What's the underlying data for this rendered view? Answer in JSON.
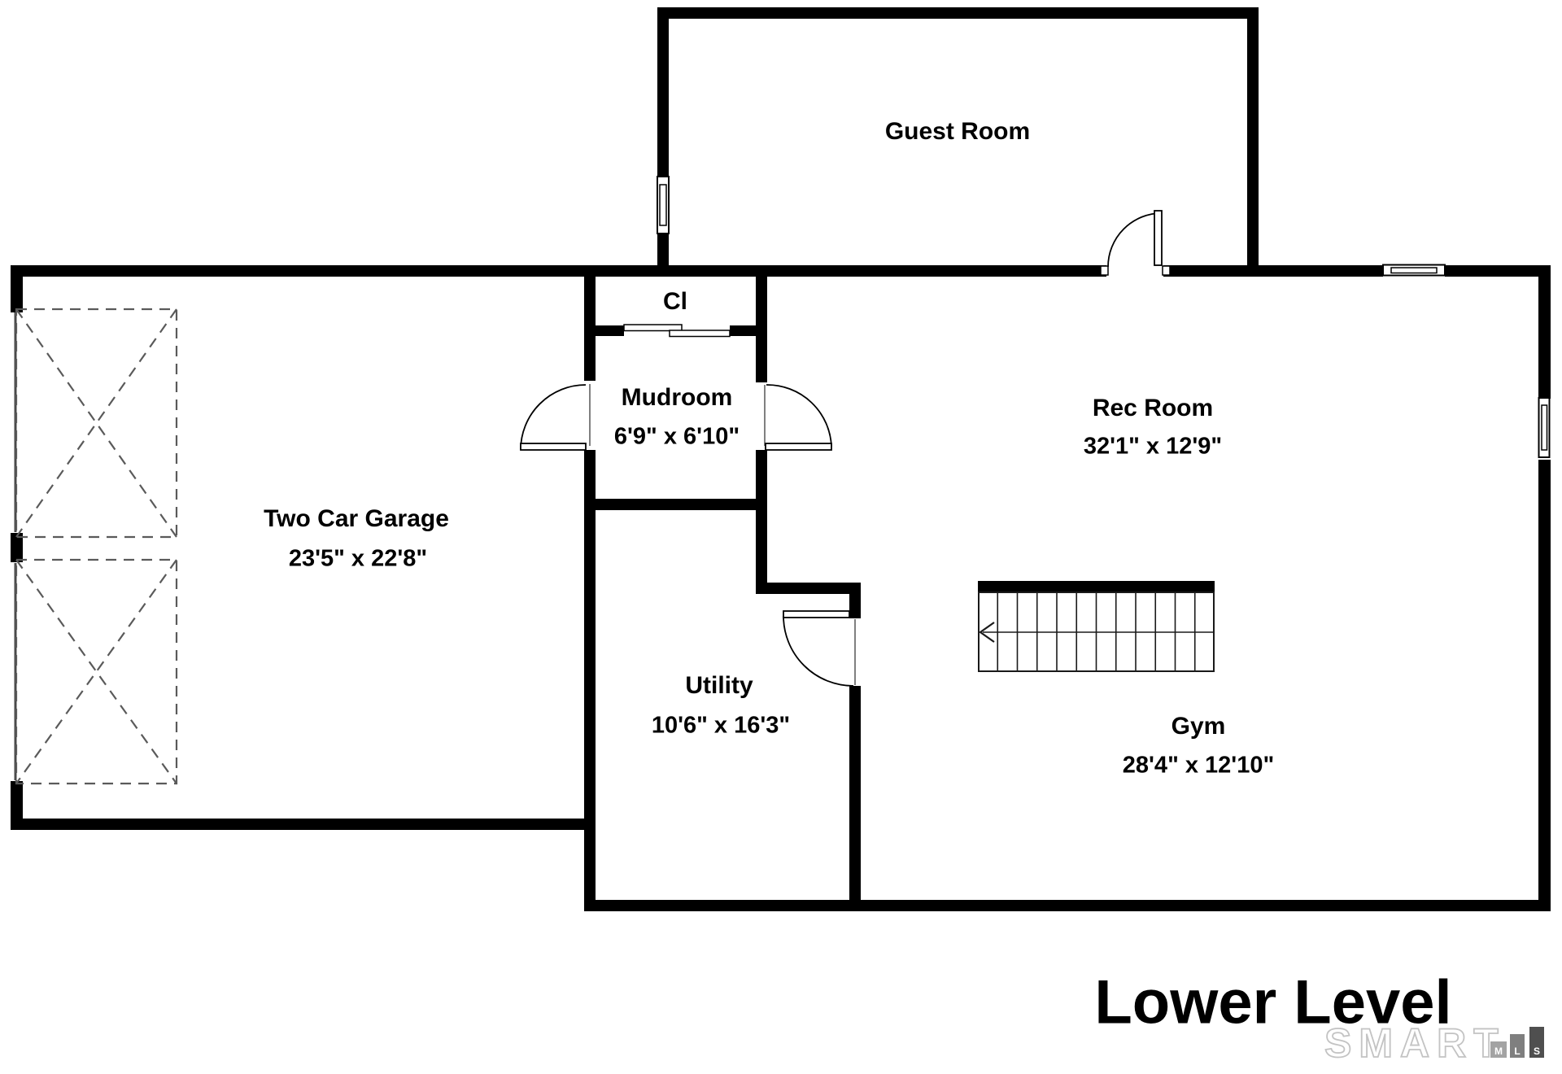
{
  "title": "Lower Level",
  "rooms": {
    "guest": {
      "name": "Guest Room"
    },
    "rec": {
      "name": "Rec Room",
      "dims": "32'1\" x 12'9\""
    },
    "closet": {
      "name": "Cl"
    },
    "mudroom": {
      "name": "Mudroom",
      "dims": "6'9\" x 6'10\""
    },
    "garage": {
      "name": "Two Car Garage",
      "dims": "23'5\" x 22'8\""
    },
    "utility": {
      "name": "Utility",
      "dims": "10'6\" x 16'3\""
    },
    "gym": {
      "name": "Gym",
      "dims": "28'4\" x 12'10\""
    }
  },
  "stairs": {
    "treads": 12,
    "arrow_direction": "left"
  },
  "logo": {
    "brand": "SMART",
    "squares": [
      "M",
      "L",
      "S"
    ]
  },
  "colors": {
    "walls": "#000000",
    "background": "#ffffff",
    "dashed_lines": "#5a5a5a",
    "logo_outline": "#c3c3c3",
    "logo_square_m": "#a3a3a3",
    "logo_square_l": "#7f7f7f",
    "logo_square_s": "#4f4f4f"
  }
}
